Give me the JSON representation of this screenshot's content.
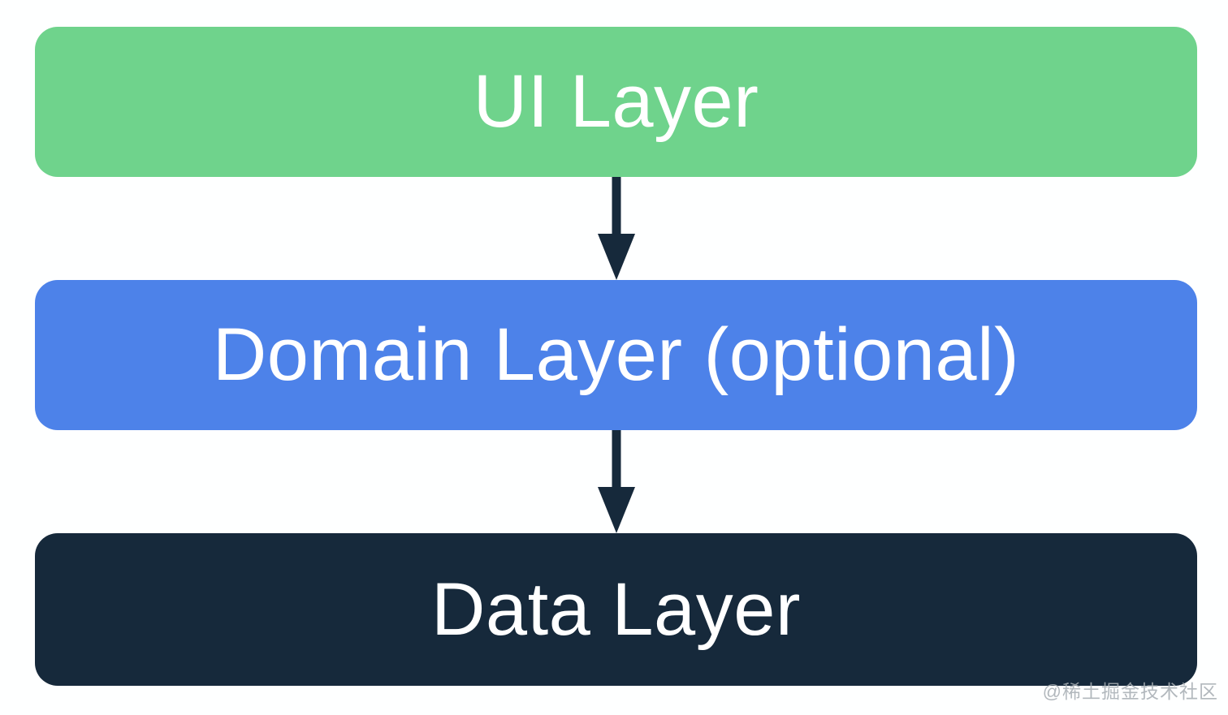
{
  "diagram": {
    "type": "layered-architecture-flow",
    "background_color": "#FEFFFF",
    "arrow_color": "#16293B",
    "nodes": [
      {
        "id": "ui-layer",
        "label": "UI Layer",
        "fill_color": "#6FD38C",
        "text_color": "#FFFFFF"
      },
      {
        "id": "domain-layer",
        "label": "Domain Layer (optional)",
        "fill_color": "#4D82E9",
        "text_color": "#FFFFFF"
      },
      {
        "id": "data-layer",
        "label": "Data Layer",
        "fill_color": "#16293B",
        "text_color": "#FFFFFF"
      }
    ],
    "edges": [
      {
        "from": "UI Layer",
        "to": "Domain Layer (optional)",
        "direction": "down"
      },
      {
        "from": "Domain Layer (optional)",
        "to": "Data Layer",
        "direction": "down"
      }
    ]
  },
  "watermark": {
    "text": "@稀土掘金技术社区",
    "color": "#A5ABB1"
  }
}
